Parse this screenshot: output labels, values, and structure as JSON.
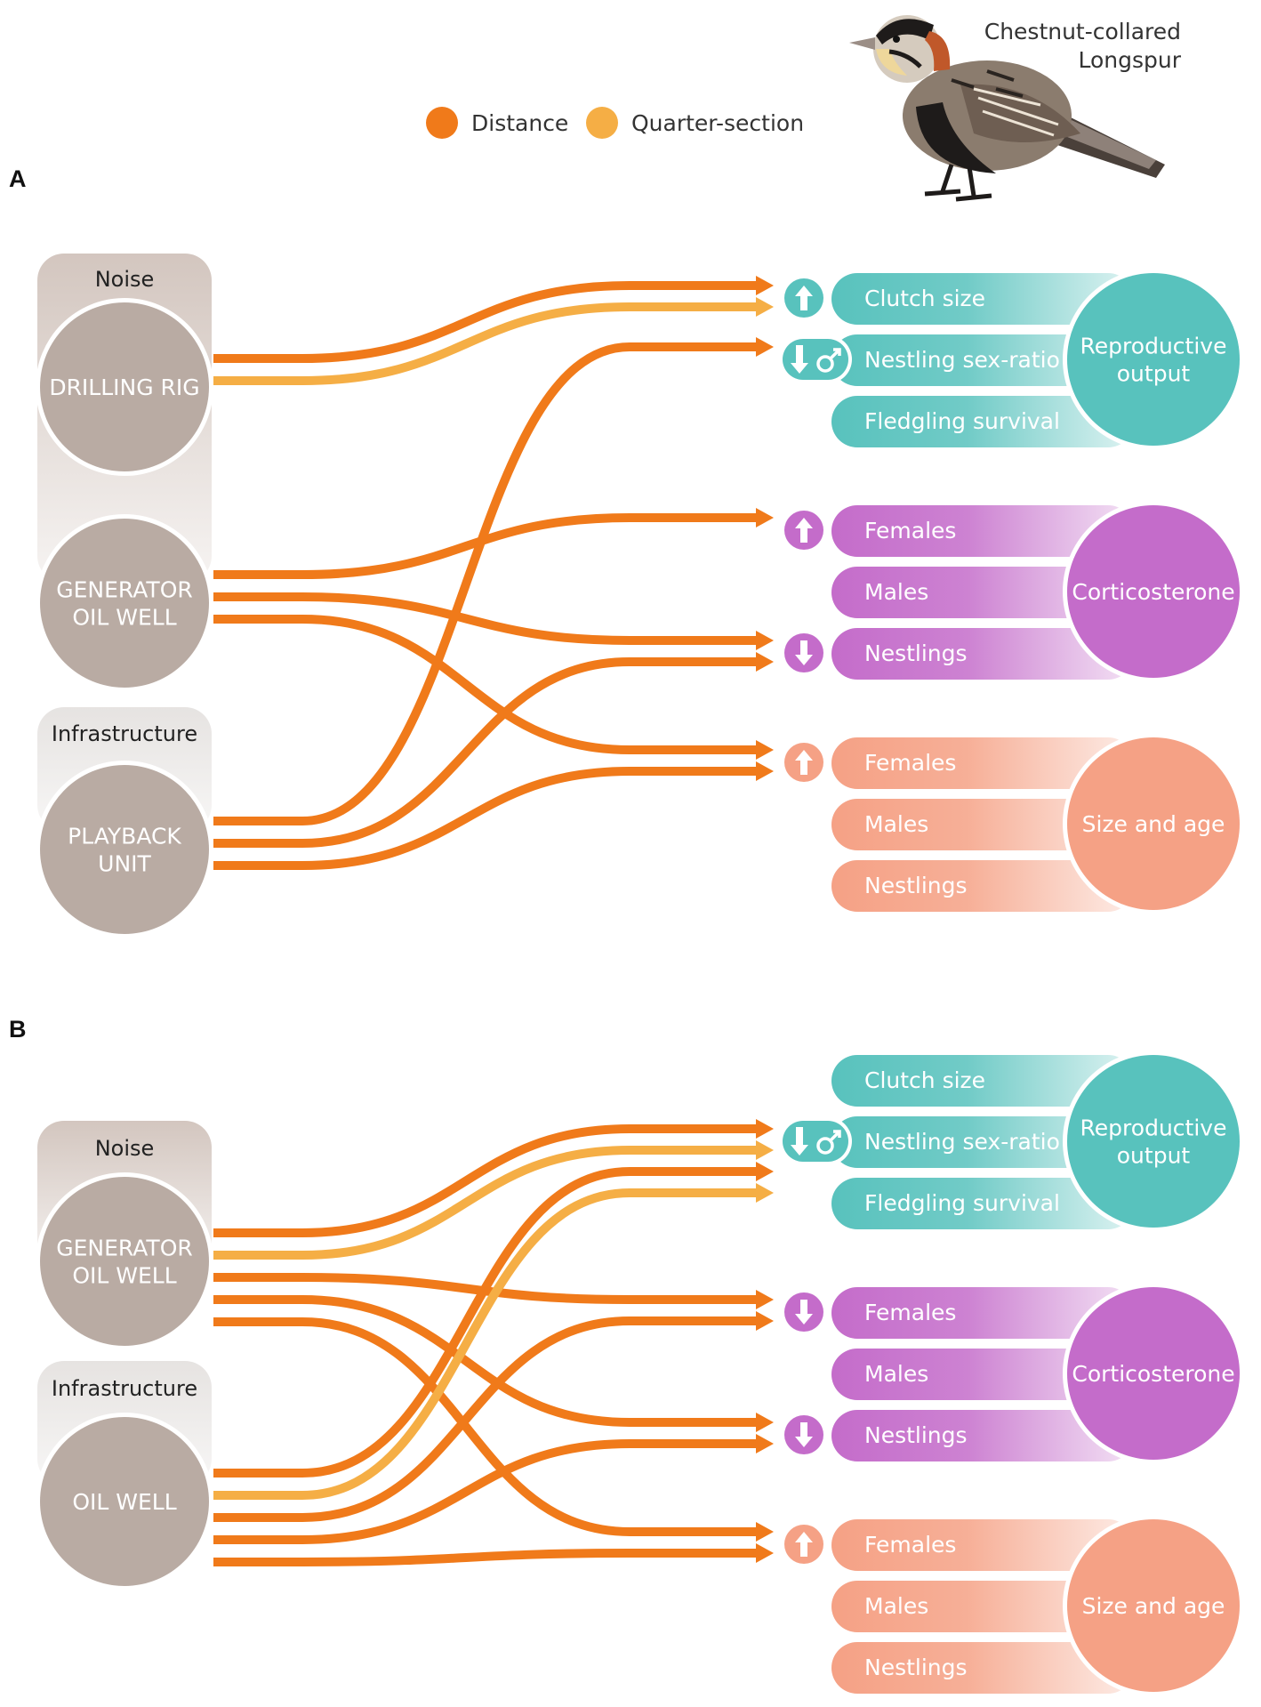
{
  "header": {
    "species_name_line1": "Chestnut-collared",
    "species_name_line2": "Longspur",
    "bird_illustration": "chestnut-collared-longspur-illustration"
  },
  "legend": [
    {
      "label": "Distance",
      "color": "#F07A1A"
    },
    {
      "label": "Quarter-section",
      "color": "#F5AE45"
    }
  ],
  "colors": {
    "distance": "#F07A1A",
    "quarter_section": "#F5AE45",
    "source_circle": "#B9ABA3",
    "noise_box": "#D3C6BF",
    "infrastructure_box": "#E6E3E1",
    "reproductive": "#58C2BD",
    "corticosterone": "#C46CCA",
    "size_age": "#F5A185"
  },
  "panels": [
    {
      "label": "A",
      "groups": [
        {
          "label": "Noise",
          "circles": [
            {
              "lines": [
                "DRILLING RIG"
              ]
            },
            {
              "lines": [
                "GENERATOR",
                "OIL WELL"
              ]
            }
          ]
        },
        {
          "label": "Infrastructure",
          "circles": [
            {
              "lines": [
                "PLAYBACK",
                "UNIT"
              ]
            }
          ]
        }
      ],
      "responses": [
        {
          "category": [
            "Reproductive",
            "output"
          ],
          "color_key": "reproductive",
          "items": [
            {
              "label": "Clutch size",
              "icon": "arrow-up-icon"
            },
            {
              "label": "Nestling sex-ratio",
              "icon": "arrow-down-male-icon"
            },
            {
              "label": "Fledgling survival",
              "icon": ""
            }
          ]
        },
        {
          "category": [
            "Corticosterone"
          ],
          "color_key": "corticosterone",
          "items": [
            {
              "label": "Females",
              "icon": "arrow-up-icon"
            },
            {
              "label": "Males",
              "icon": ""
            },
            {
              "label": "Nestlings",
              "icon": "arrow-down-icon"
            }
          ]
        },
        {
          "category": [
            "Size and age"
          ],
          "color_key": "size_age",
          "items": [
            {
              "label": "Females",
              "icon": "arrow-up-icon"
            },
            {
              "label": "Males",
              "icon": ""
            },
            {
              "label": "Nestlings",
              "icon": ""
            }
          ]
        }
      ],
      "links": [
        {
          "from": "DRILLING RIG",
          "to": "Clutch size",
          "type": "Distance"
        },
        {
          "from": "DRILLING RIG",
          "to": "Clutch size",
          "type": "Quarter-section"
        },
        {
          "from": "GENERATOR OIL WELL",
          "to": "Corticosterone Females",
          "type": "Distance"
        },
        {
          "from": "GENERATOR OIL WELL",
          "to": "Corticosterone Nestlings",
          "type": "Distance"
        },
        {
          "from": "GENERATOR OIL WELL",
          "to": "Size and age Females",
          "type": "Distance"
        },
        {
          "from": "PLAYBACK UNIT",
          "to": "Nestling sex-ratio",
          "type": "Distance"
        },
        {
          "from": "PLAYBACK UNIT",
          "to": "Corticosterone Nestlings",
          "type": "Distance"
        },
        {
          "from": "PLAYBACK UNIT",
          "to": "Size and age Females",
          "type": "Distance"
        }
      ]
    },
    {
      "label": "B",
      "groups": [
        {
          "label": "Noise",
          "circles": [
            {
              "lines": [
                "GENERATOR",
                "OIL WELL"
              ]
            }
          ]
        },
        {
          "label": "Infrastructure",
          "circles": [
            {
              "lines": [
                "OIL WELL"
              ]
            }
          ]
        }
      ],
      "responses": [
        {
          "category": [
            "Reproductive",
            "output"
          ],
          "color_key": "reproductive",
          "items": [
            {
              "label": "Clutch size",
              "icon": ""
            },
            {
              "label": "Nestling sex-ratio",
              "icon": "arrow-down-male-icon"
            },
            {
              "label": "Fledgling survival",
              "icon": ""
            }
          ]
        },
        {
          "category": [
            "Corticosterone"
          ],
          "color_key": "corticosterone",
          "items": [
            {
              "label": "Females",
              "icon": "arrow-down-icon"
            },
            {
              "label": "Males",
              "icon": ""
            },
            {
              "label": "Nestlings",
              "icon": "arrow-down-icon"
            }
          ]
        },
        {
          "category": [
            "Size and age"
          ],
          "color_key": "size_age",
          "items": [
            {
              "label": "Females",
              "icon": "arrow-up-icon"
            },
            {
              "label": "Males",
              "icon": ""
            },
            {
              "label": "Nestlings",
              "icon": ""
            }
          ]
        }
      ],
      "links": [
        {
          "from": "GENERATOR OIL WELL",
          "to": "Nestling sex-ratio",
          "type": "Distance"
        },
        {
          "from": "GENERATOR OIL WELL",
          "to": "Nestling sex-ratio",
          "type": "Quarter-section"
        },
        {
          "from": "GENERATOR OIL WELL",
          "to": "Corticosterone Females",
          "type": "Distance"
        },
        {
          "from": "GENERATOR OIL WELL",
          "to": "Corticosterone Nestlings",
          "type": "Distance"
        },
        {
          "from": "GENERATOR OIL WELL",
          "to": "Size and age Females",
          "type": "Distance"
        },
        {
          "from": "OIL WELL",
          "to": "Nestling sex-ratio",
          "type": "Distance"
        },
        {
          "from": "OIL WELL",
          "to": "Nestling sex-ratio",
          "type": "Quarter-section"
        },
        {
          "from": "OIL WELL",
          "to": "Corticosterone Females",
          "type": "Distance"
        },
        {
          "from": "OIL WELL",
          "to": "Corticosterone Nestlings",
          "type": "Distance"
        },
        {
          "from": "OIL WELL",
          "to": "Size and age Females",
          "type": "Distance"
        }
      ]
    }
  ]
}
